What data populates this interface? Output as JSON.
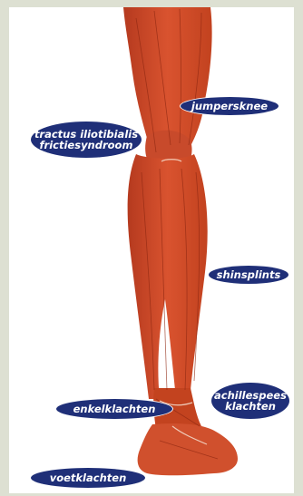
{
  "labels": {
    "jumpersknee": "jumpersknee",
    "tractus_line1": "tractus iliotibialis",
    "tractus_line2": "frictiesyndroom",
    "shinsplints": "shinsplints",
    "achilles_line1": "achillespees",
    "achilles_line2": "klachten",
    "enkelklachten": "enkelklachten",
    "voetklachten": "voetklachten"
  },
  "colors": {
    "label_background": "#1f2f78",
    "muscle": "#d24a2a",
    "muscle_dark": "#9e2e17",
    "frame": "#dde0d2"
  }
}
